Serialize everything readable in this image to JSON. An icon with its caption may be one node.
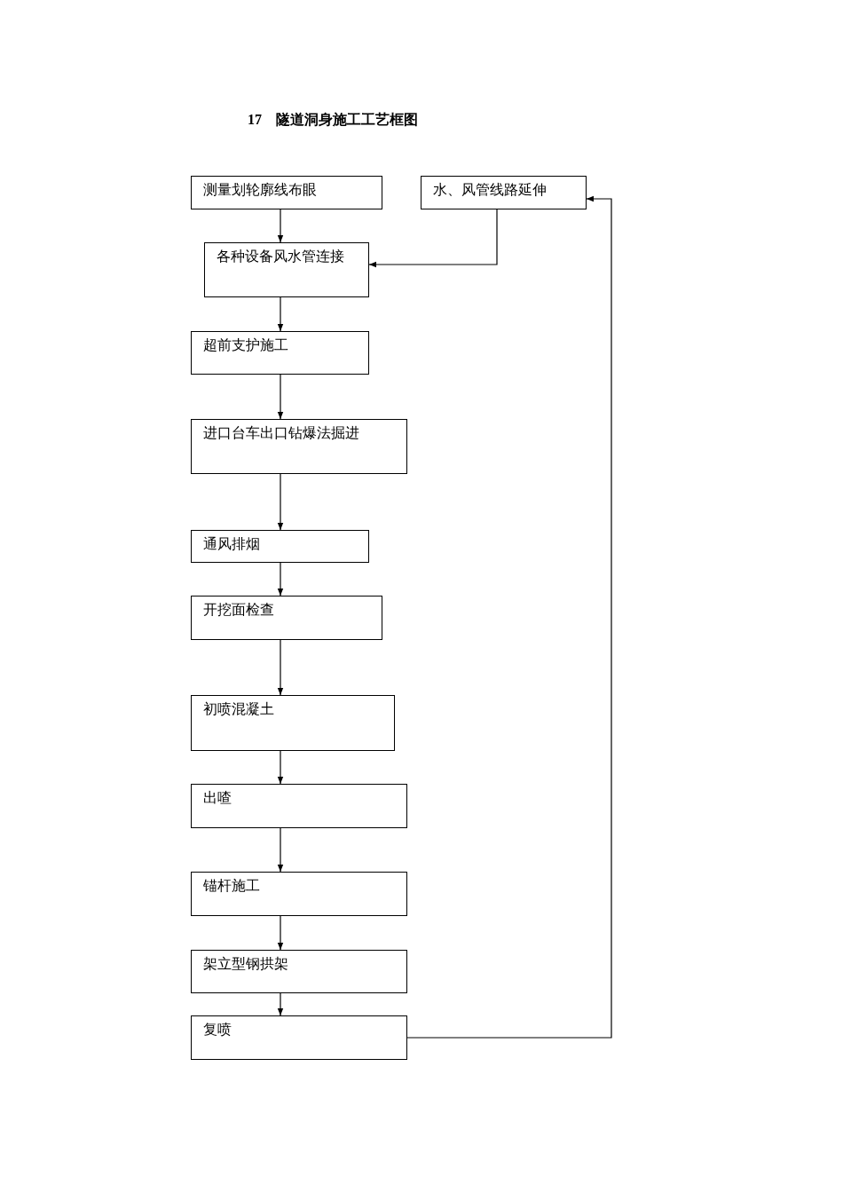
{
  "diagram": {
    "title": "17　隧道洞身施工工艺框图",
    "nodes": [
      {
        "text": [
          "测量划轮廓线布眼"
        ]
      },
      {
        "text": [
          "水、风管线路延伸"
        ]
      },
      {
        "text": [
          "各种设备风水管连接"
        ]
      },
      {
        "text": [
          "超前支护施工"
        ]
      },
      {
        "text": [
          "进口台车出口钻爆法掘进"
        ]
      },
      {
        "text": [
          "通风排烟"
        ]
      },
      {
        "text": [
          "开挖面检查"
        ]
      },
      {
        "text": [
          "初喷混凝土"
        ]
      },
      {
        "text": [
          "出喳"
        ]
      },
      {
        "text": [
          "锚杆施工"
        ]
      },
      {
        "text": [
          "架立型钢拱架"
        ]
      },
      {
        "text": [
          "复喷"
        ]
      }
    ],
    "edges": [
      {
        "from": 0,
        "to": 2,
        "arrow": "to"
      },
      {
        "from": 1,
        "to": 2,
        "arrow": "to"
      },
      {
        "from": 2,
        "to": 3,
        "arrow": "to"
      },
      {
        "from": 3,
        "to": 4,
        "arrow": "to"
      },
      {
        "from": 4,
        "to": 5,
        "arrow": "to"
      },
      {
        "from": 5,
        "to": 6,
        "arrow": "to"
      },
      {
        "from": 6,
        "to": 7,
        "arrow": "to"
      },
      {
        "from": 7,
        "to": 8,
        "arrow": "to"
      },
      {
        "from": 8,
        "to": 9,
        "arrow": "to"
      },
      {
        "from": 9,
        "to": 10,
        "arrow": "to"
      },
      {
        "from": 10,
        "to": 11,
        "arrow": "to"
      },
      {
        "from": 11,
        "to": 1,
        "arrow": "to"
      }
    ]
  }
}
